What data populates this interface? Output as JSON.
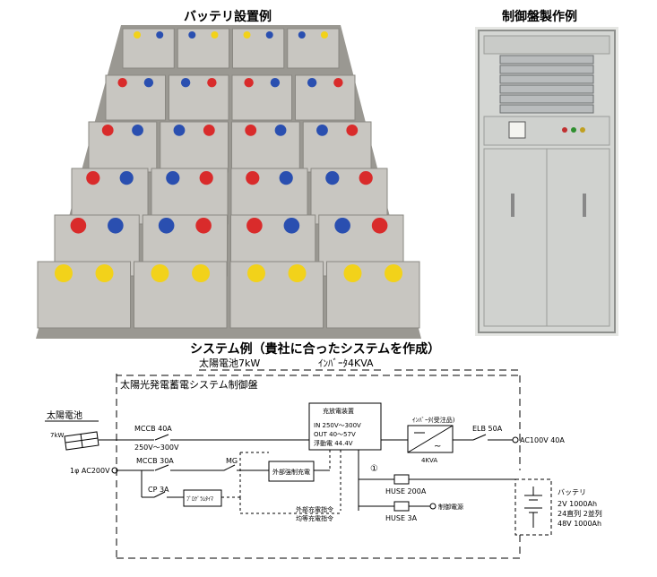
{
  "titles": {
    "battery_install": "バッテリ設置例",
    "panel_example": "制御盤製作例",
    "system_example": "システム例（貴社に合ったシステムを作成）"
  },
  "diagram": {
    "solar_cell_header": "太陽電池7kW",
    "inverter_header": "ｲﾝﾊﾞｰﾀ4KVA",
    "panel_name": "太陽光発電蓄電システム制御盤",
    "solar_label": "太陽電池",
    "pv_kw": "7kW",
    "mccb1": "MCCB 40A",
    "mccb1_range": "250V～300V",
    "charge_ctrl": {
      "title": "充放電装置",
      "in": "IN 250V～300V",
      "out": "OUT 40～57V",
      "float": "浮動電 44.4V"
    },
    "inverter_box": "ｲﾝﾊﾞｰﾀ(受注品)",
    "inverter_rating": "4KVA",
    "elb": "ELB 50A",
    "ac_out": "AC100V 40A",
    "ac_in": "1φ AC200V",
    "mccb2": "MCCB 30A",
    "mg": "MG",
    "ext_charger": "外部強制充電",
    "cp": "CP 3A",
    "program_timer": "ﾌﾟﾛｸﾞﾗﾑﾀｲﾏ",
    "ext_cmd1": "外部充電指令",
    "ext_cmd2": "均等充電指令",
    "circle_num": "①",
    "fuse1": "HUSE 200A",
    "fuse2": "HUSE 3A",
    "ctrl_power": "制御電源",
    "battery_title": "バッテリ",
    "battery_spec1": "2V 1000Ah",
    "battery_spec2": "24直列 2並列",
    "battery_spec3": "48V 1000Ah"
  },
  "colors": {
    "battery_case": "#c8c6c1",
    "terminal_red": "#d92b2b",
    "terminal_blue": "#2a4fb0",
    "terminal_yellow": "#f2d21a",
    "cabinet": "#d4d6d3"
  }
}
